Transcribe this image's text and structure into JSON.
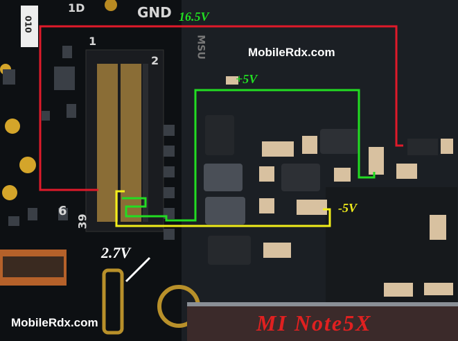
{
  "silkscreen": {
    "pin_1d": "1D",
    "gnd": "GND",
    "pin_1": "1",
    "pin_2": "2",
    "pin_39": "39",
    "pin_6": "6",
    "chip_010": "010",
    "chip_msu": "MSU"
  },
  "voltages": {
    "v16_5": "16.5V",
    "plus5": "+5V",
    "minus5": "-5V",
    "v2_7": "2.7V"
  },
  "watermarks": {
    "top": "MobileRdx.com",
    "bottom": "MobileRdx.com"
  },
  "title": "MI Note5X",
  "colors": {
    "red_trace": "#e01a2a",
    "green_trace": "#22dd22",
    "yellow_trace": "#f2ee1a",
    "white_pointer": "#ffffff",
    "title_red": "#e02020"
  }
}
